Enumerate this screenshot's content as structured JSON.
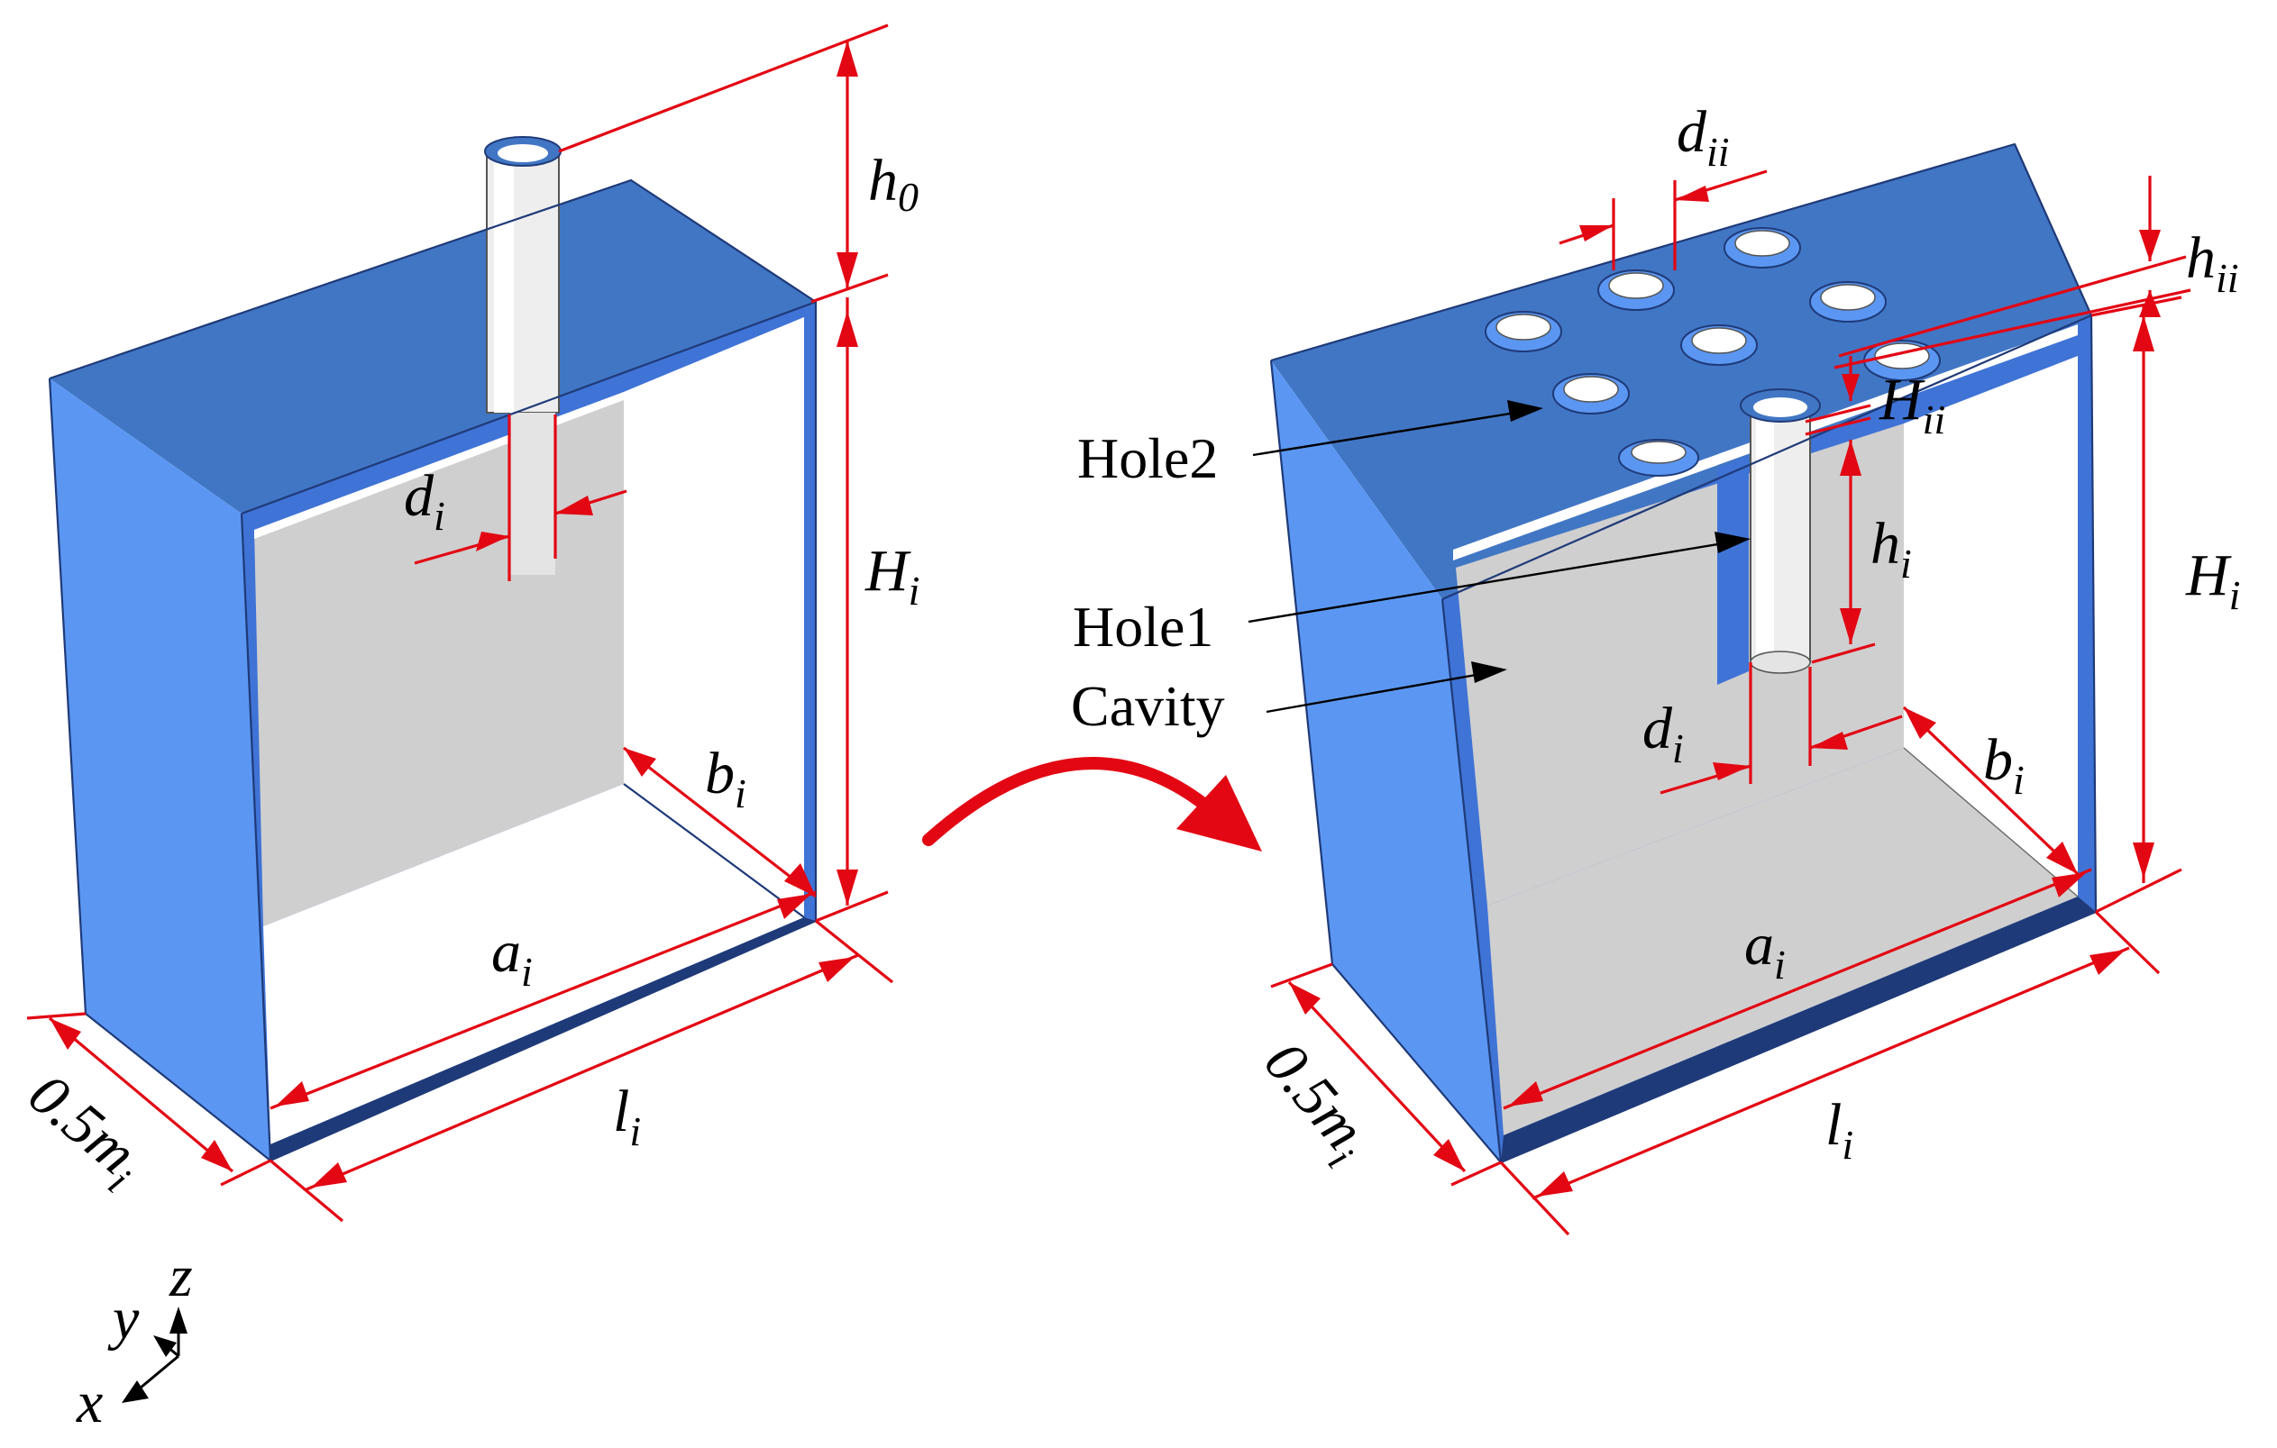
{
  "colors": {
    "blue_side": "#5b97f2",
    "blue_top": "#4176c4",
    "blue_dark": "#1f3a78",
    "cavity_grey": "#cfcfcf",
    "dimension_red": "#e30613",
    "transform_arrow": "#e30613"
  },
  "left_model": {
    "labels": {
      "h0": {
        "base": "h",
        "sub": "0"
      },
      "Hi": {
        "base": "H",
        "sub": "i"
      },
      "di": {
        "base": "d",
        "sub": "i"
      },
      "bi": {
        "base": "b",
        "sub": "i"
      },
      "ai": {
        "base": "a",
        "sub": "i"
      },
      "li": {
        "base": "l",
        "sub": "i"
      },
      "mi": {
        "base": "0.5m",
        "sub": "i"
      }
    }
  },
  "right_model": {
    "labels": {
      "dii": {
        "base": "d",
        "sub": "ii"
      },
      "hii": {
        "base": "h",
        "sub": "ii"
      },
      "Hii": {
        "base": "H",
        "sub": "ii"
      },
      "hi": {
        "base": "h",
        "sub": "i"
      },
      "Hi": {
        "base": "H",
        "sub": "i"
      },
      "di": {
        "base": "d",
        "sub": "i"
      },
      "bi": {
        "base": "b",
        "sub": "i"
      },
      "ai": {
        "base": "a",
        "sub": "i"
      },
      "li": {
        "base": "l",
        "sub": "i"
      },
      "mi": {
        "base": "0.5m",
        "sub": "i"
      }
    },
    "callouts": {
      "hole2": "Hole2",
      "hole1": "Hole1",
      "cavity": "Cavity"
    }
  },
  "axes": {
    "z": "z",
    "y": "y",
    "x": "x"
  }
}
